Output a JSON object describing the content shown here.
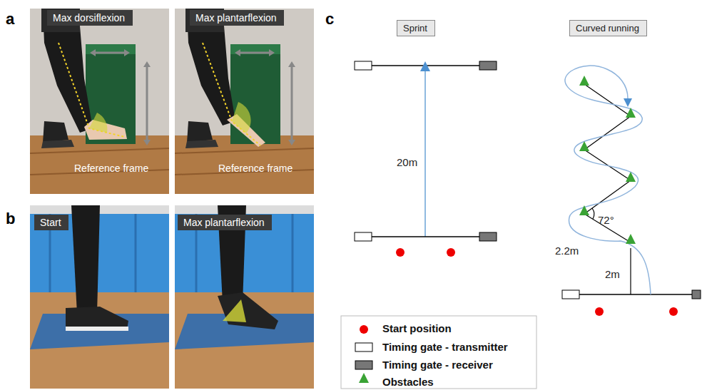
{
  "diagram": {
    "nodes": [
      {
        "text": [
          "Max dorsiflexion"
        ]
      },
      {
        "text": [
          "Max plantarflexion"
        ]
      },
      {
        "text": [
          "Sprint"
        ]
      },
      {
        "text": [
          "Curved running"
        ]
      },
      {
        "text": [
          "Start"
        ]
      },
      {
        "text": [
          "Max plantarflexion"
        ]
      }
    ],
    "labels": [
      "a",
      "c",
      "Reference frame",
      "Reference frame",
      "b",
      "20m",
      "72°",
      "2.2m",
      "2m"
    ],
    "legend": [
      {
        "text": "Start position"
      },
      {
        "text": "Timing gate - transmitter"
      },
      {
        "text": "Timing gate - receiver"
      },
      {
        "text": "Obstacles"
      }
    ]
  }
}
